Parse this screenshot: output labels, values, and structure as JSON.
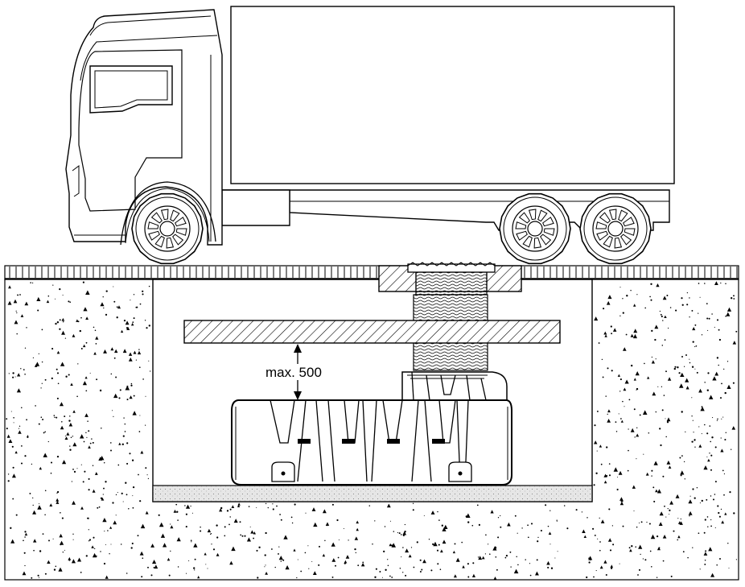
{
  "drawing": {
    "dimension_label": "max. 500",
    "colors": {
      "line": "#000000",
      "background": "#ffffff",
      "sand_bed": "#e6e6e6",
      "soil_dots": "#000000"
    },
    "elements": [
      "truck",
      "road-surface",
      "soil-fill",
      "excavation-pit",
      "load-distribution-slab",
      "shaft-cover-slab",
      "access-shaft",
      "storage-tank",
      "sand-bed",
      "dimension-arrow"
    ]
  }
}
